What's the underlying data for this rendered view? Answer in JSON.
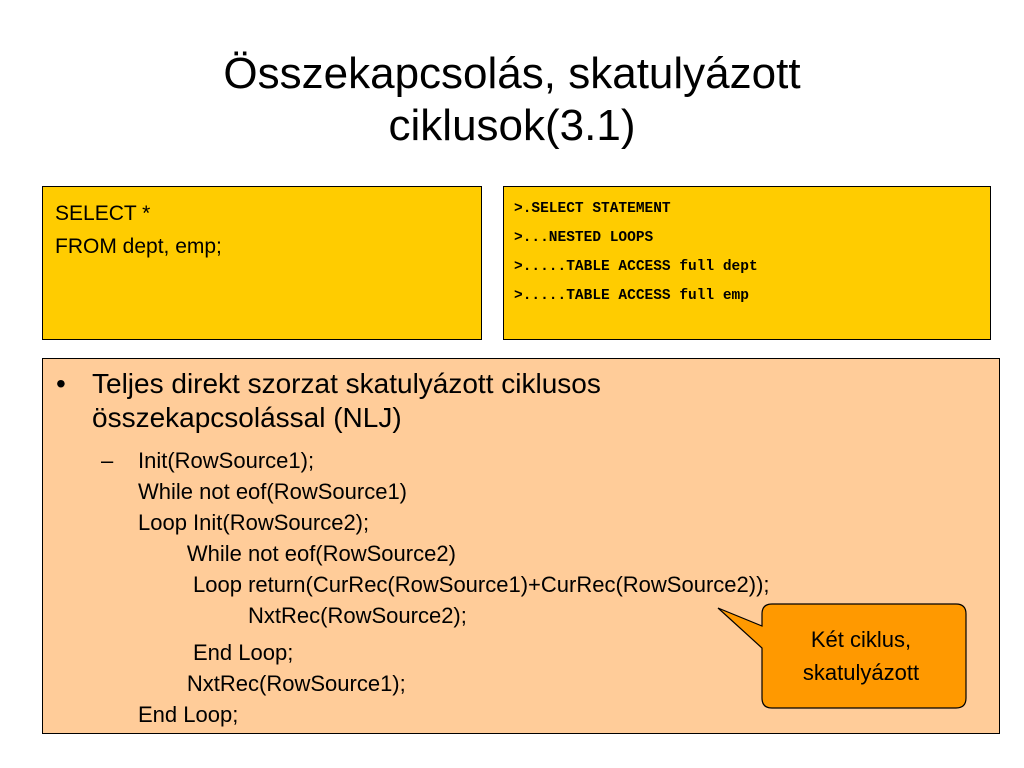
{
  "title": {
    "line1": "Összekapcsolás, skatulyázott",
    "line2": "ciklusok(3.1)"
  },
  "sql_box": {
    "lines": [
      "SELECT *",
      "FROM dept, emp;"
    ]
  },
  "plan_box": {
    "lines": [
      ">.SELECT STATEMENT",
      ">...NESTED LOOPS",
      ">.....TABLE ACCESS full dept",
      ">.....TABLE ACCESS full emp"
    ]
  },
  "main": {
    "bullet_symbol": "•",
    "bullet_text": "Teljes direkt szorzat skatulyázott ciklusos összekapcsolással (NLJ)",
    "dash_symbol": "–",
    "code_lines": [
      "Init(RowSource1);",
      "While not eof(RowSource1)",
      "Loop Init(RowSource2);",
      "        While not eof(RowSource2)",
      "         Loop return(CurRec(RowSource1)+CurRec(RowSource2));",
      "                  NxtRec(RowSource2);",
      "         End Loop;",
      "        NxtRec(RowSource1);",
      "End Loop;"
    ]
  },
  "callout": {
    "line1": "Két ciklus,",
    "line2": "skatulyázott"
  },
  "colors": {
    "code_box_fill": "#ffcc00",
    "main_box_fill": "#ffcc99",
    "callout_fill": "#ff9900"
  }
}
